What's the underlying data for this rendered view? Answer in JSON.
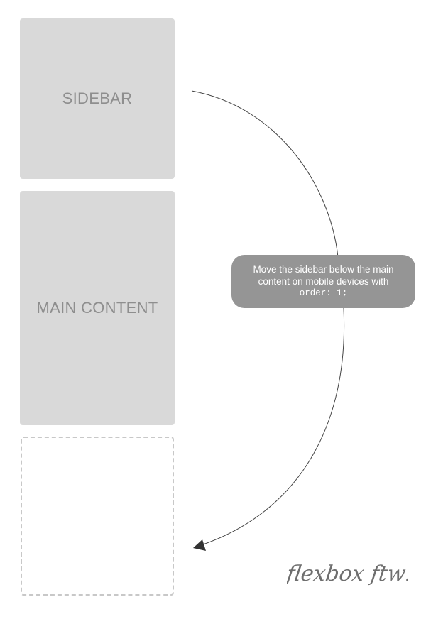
{
  "boxes": {
    "sidebar_label": "SIDEBAR",
    "main_label": "MAIN CONTENT"
  },
  "callout": {
    "line1": "Move the sidebar below the main",
    "line2": "content on mobile devices with",
    "code": "order: 1;"
  },
  "signature": "flexbox ftw!",
  "colors": {
    "box_fill": "#d9d9d9",
    "box_text": "#8e8e8e",
    "callout_fill": "#959595",
    "dashed_border": "#c8c8c8",
    "arrow": "#333333"
  }
}
